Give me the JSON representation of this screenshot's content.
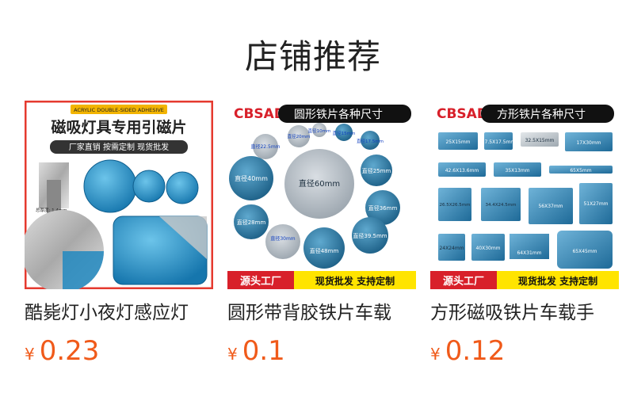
{
  "section_title": "店铺推荐",
  "products": [
    {
      "name": "酷毙灯小夜灯感应灯",
      "currency": "¥",
      "price": "0.23",
      "banner": "ACRYLIC DOUBLE-SIDED ADHESIVE",
      "headline": "磁吸灯具专用引磁片",
      "subline": "厂家直销 按需定制 现货批发",
      "caliper_label": "总厚度: 1.4mm"
    },
    {
      "name": "圆形带背胶铁片车载",
      "currency": "¥",
      "price": "0.1",
      "brand": "CBSAD",
      "headline": "圆形铁片各种尺寸",
      "sizes": [
        "直径10mm",
        "直径15mm",
        "直径17.5mm",
        "直径20mm",
        "直径22.5mm",
        "直径25mm",
        "直径40mm",
        "直径60mm",
        "直径36mm",
        "直径28mm",
        "直径39.5mm",
        "直径30mm",
        "直径48mm"
      ],
      "footer_left": "源头工厂",
      "footer_right": "现货批发 支持定制"
    },
    {
      "name": "方形磁吸铁片车载手",
      "currency": "¥",
      "price": "0.12",
      "brand": "CBSAD",
      "headline": "方形铁片各种尺寸",
      "sizes": [
        "25X15mm",
        "17.5X17.5mm",
        "32.5X15mm",
        "17X30mm",
        "42.6X13.6mm",
        "35X13mm",
        "65X5mm",
        "26.5X26.5mm",
        "34.4X24.5mm",
        "56X37mm",
        "51X27mm",
        "24X24mm",
        "40X30mm",
        "64X31mm",
        "65X45mm"
      ],
      "footer_left": "源头工厂",
      "footer_right": "现货批发 支持定制"
    }
  ],
  "colors": {
    "price": "#f05a1a",
    "brand_red": "#d8202a",
    "footer_yellow": "#ffe400",
    "metal_blue": "#2a8fc0"
  }
}
